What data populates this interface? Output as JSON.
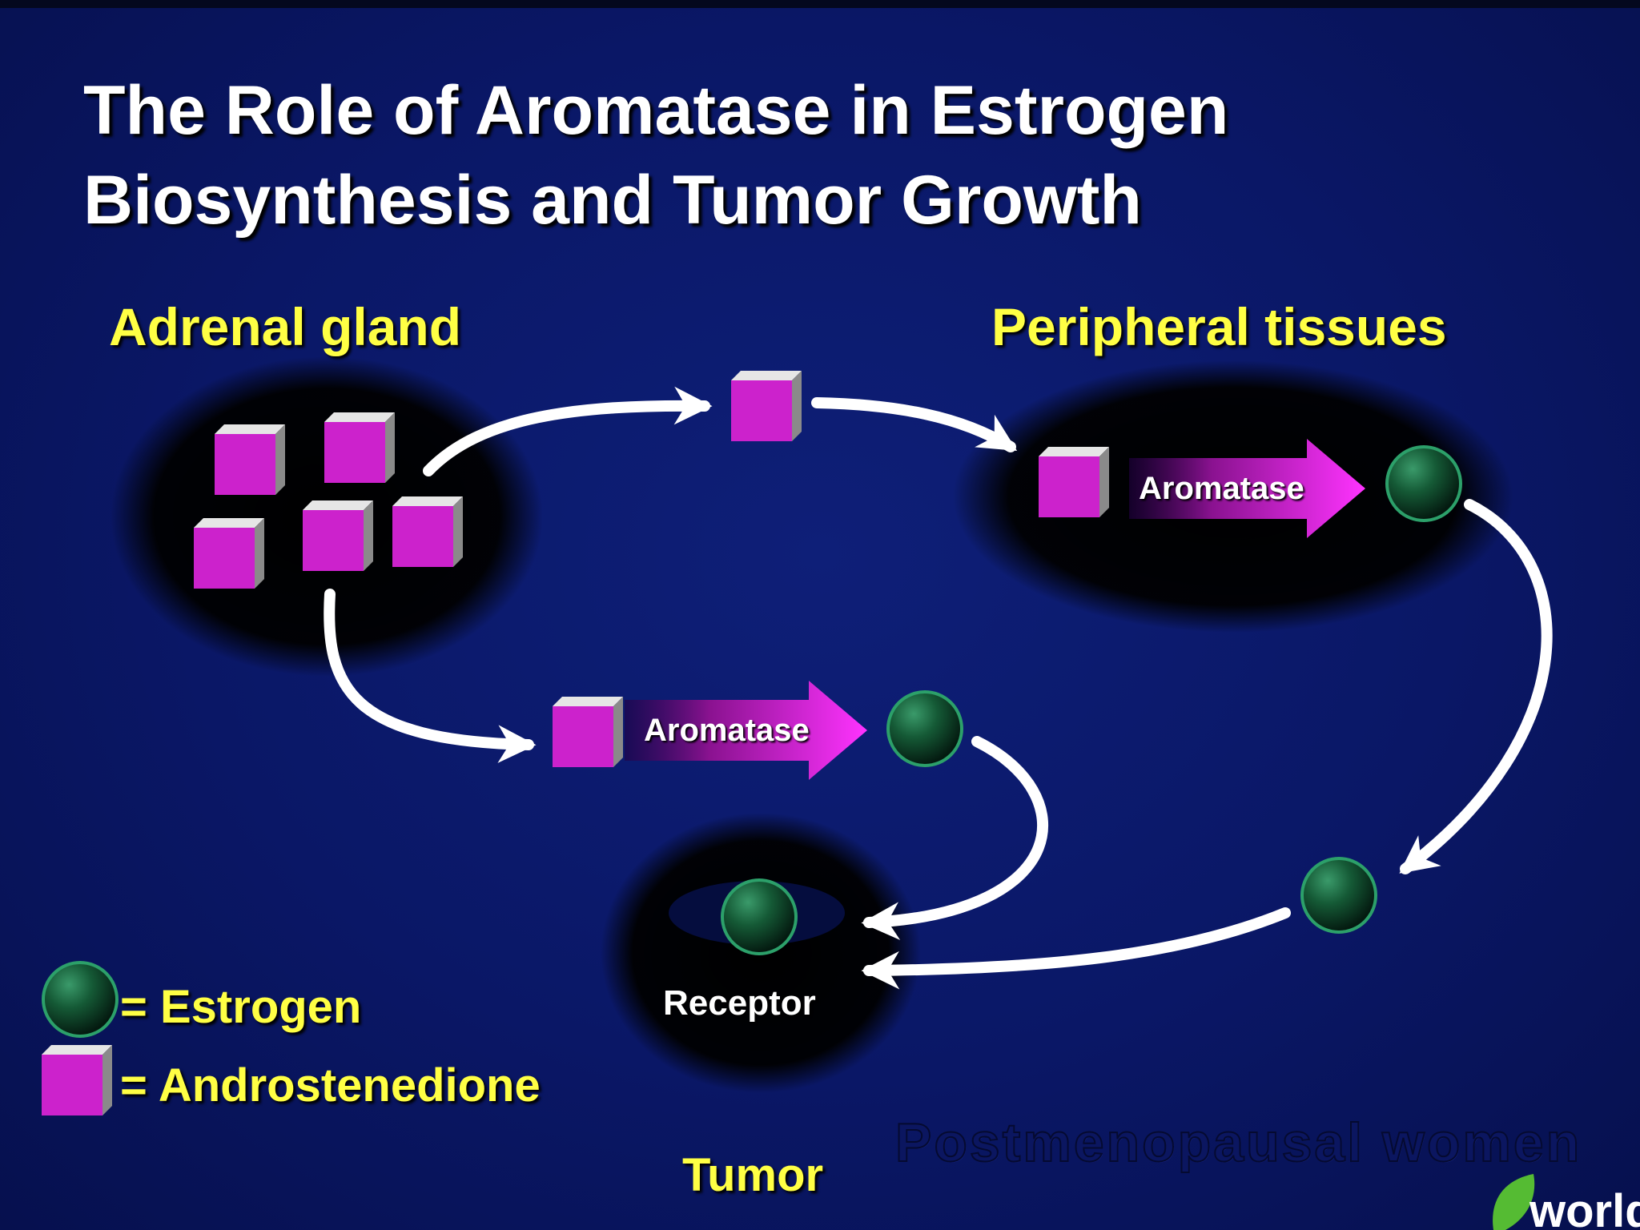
{
  "slide": {
    "title_line1": "The Role of Aromatase in Estrogen",
    "title_line2": "Biosynthesis and Tumor Growth"
  },
  "labels": {
    "adrenal": "Adrenal gland",
    "peripheral": "Peripheral tissues",
    "tumor": "Tumor",
    "receptor": "Receptor",
    "aromatase_top": "Aromatase",
    "aromatase_bottom": "Aromatase"
  },
  "legend": {
    "estrogen": "= Estrogen",
    "androstenedione": "= Androstenedione"
  },
  "watermark": "Postmenopausal women",
  "logo_text": "world",
  "colors": {
    "background": "#0a1766",
    "title": "#ffffff",
    "label": "#ffff44",
    "androstenedione": "#cc22cc",
    "estrogen": "#1a6a40",
    "arrow": "#ffffff",
    "aromatase_arrow": "#e020e0"
  }
}
